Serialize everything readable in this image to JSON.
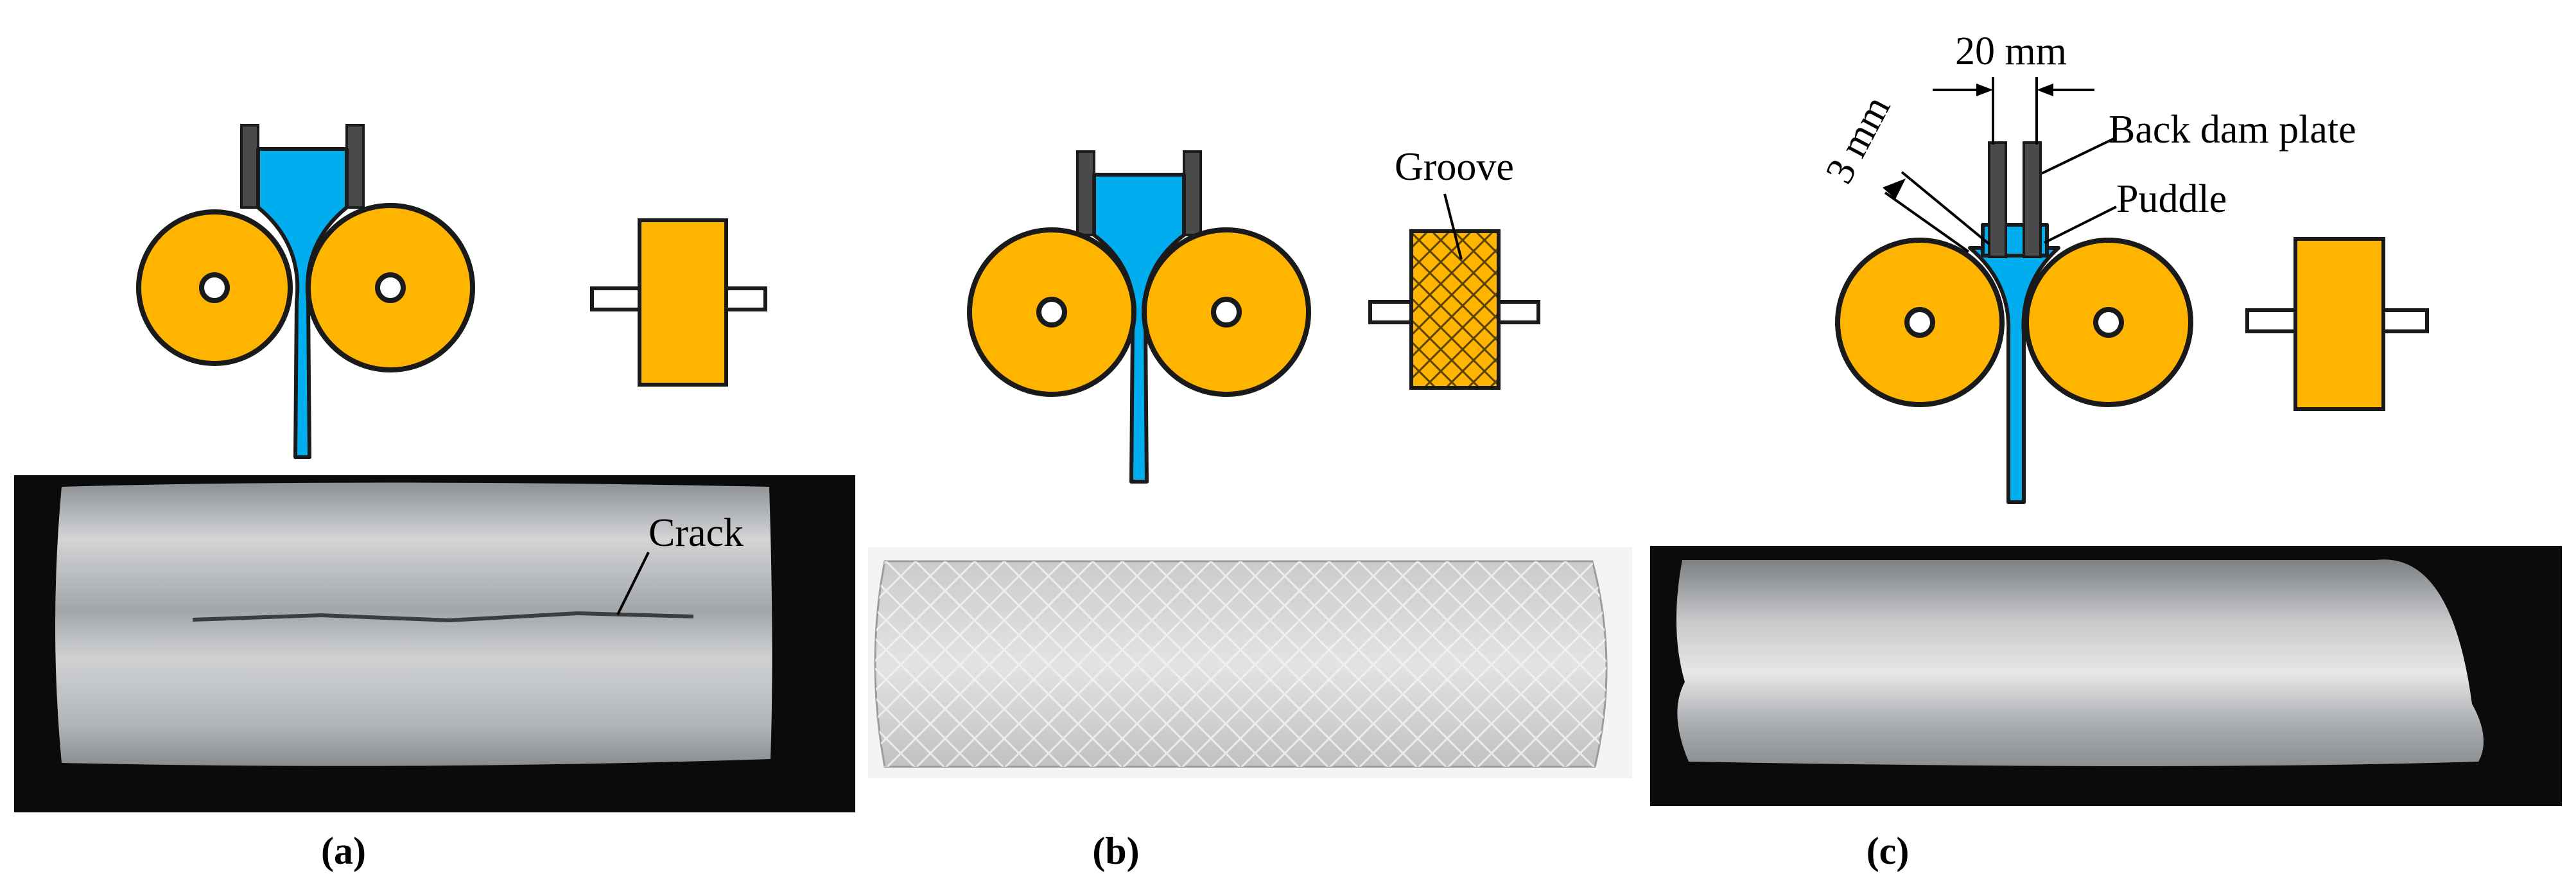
{
  "panels": [
    {
      "id": "a",
      "caption": "(a)",
      "photo_label": "Crack"
    },
    {
      "id": "b",
      "caption": "(b)",
      "diagram_label": "Groove"
    },
    {
      "id": "c",
      "caption": "(c)",
      "labels": {
        "width": "20 mm",
        "back_dam_plate": "Back dam plate",
        "gap": "3 mm",
        "puddle": "Puddle"
      }
    }
  ],
  "colors": {
    "roll": "#FFB500",
    "melt": "#00ADEF",
    "plate": "#4a4a4a",
    "photo_dark": "#0b0b0b",
    "photo_metal": "#b9bcbf"
  }
}
